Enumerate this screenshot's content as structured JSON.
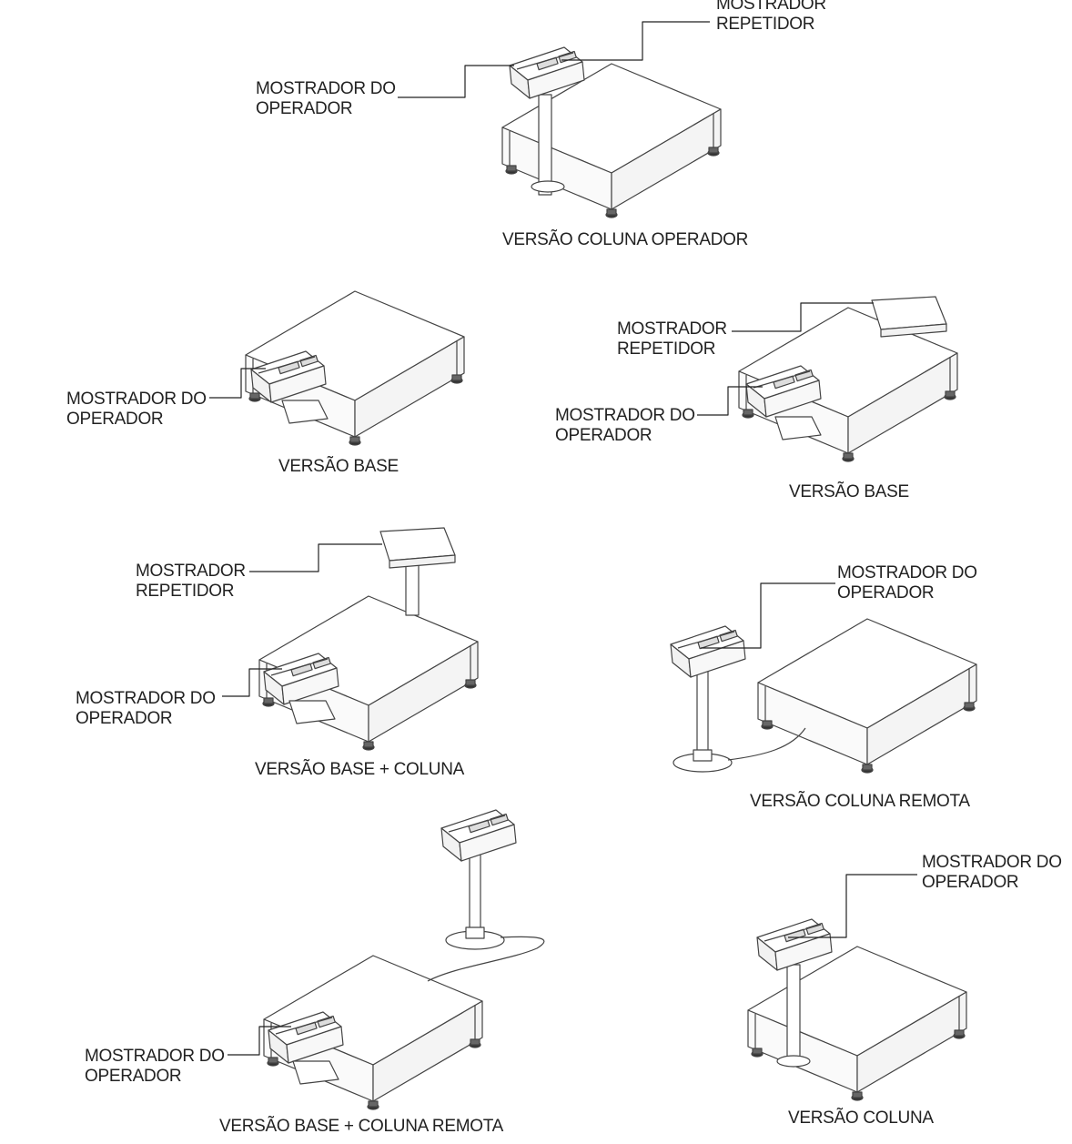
{
  "figures": [
    {
      "id": "coluna-operador",
      "caption": "VERSÃO COLUNA OPERADOR",
      "labels": [
        {
          "id": "repetidor",
          "lines": [
            "MOSTRADOR",
            "REPETIDOR"
          ]
        },
        {
          "id": "operador",
          "lines": [
            "MOSTRADOR DO",
            "OPERADOR"
          ]
        }
      ]
    },
    {
      "id": "base-1",
      "caption": "VERSÃO BASE",
      "labels": [
        {
          "id": "operador",
          "lines": [
            "MOSTRADOR DO",
            "OPERADOR"
          ]
        }
      ]
    },
    {
      "id": "base-2",
      "caption": "VERSÃO BASE",
      "labels": [
        {
          "id": "repetidor",
          "lines": [
            "MOSTRADOR",
            "REPETIDOR"
          ]
        },
        {
          "id": "operador",
          "lines": [
            "MOSTRADOR DO",
            "OPERADOR"
          ]
        }
      ]
    },
    {
      "id": "base-coluna",
      "caption": "VERSÃO BASE + COLUNA",
      "labels": [
        {
          "id": "repetidor",
          "lines": [
            "MOSTRADOR",
            "REPETIDOR"
          ]
        },
        {
          "id": "operador",
          "lines": [
            "MOSTRADOR DO",
            "OPERADOR"
          ]
        }
      ]
    },
    {
      "id": "coluna-remota",
      "caption": "VERSÃO COLUNA REMOTA",
      "labels": [
        {
          "id": "operador",
          "lines": [
            "MOSTRADOR DO",
            "OPERADOR"
          ]
        }
      ]
    },
    {
      "id": "base-coluna-remota",
      "caption": "VERSÃO BASE + COLUNA REMOTA",
      "labels": [
        {
          "id": "operador",
          "lines": [
            "MOSTRADOR DO",
            "OPERADOR"
          ]
        }
      ]
    },
    {
      "id": "coluna",
      "caption": "VERSÃO COLUNA",
      "labels": [
        {
          "id": "operador",
          "lines": [
            "MOSTRADOR DO",
            "OPERADOR"
          ]
        }
      ]
    }
  ],
  "style": {
    "line_color": "#333333",
    "text_color": "#222222"
  }
}
